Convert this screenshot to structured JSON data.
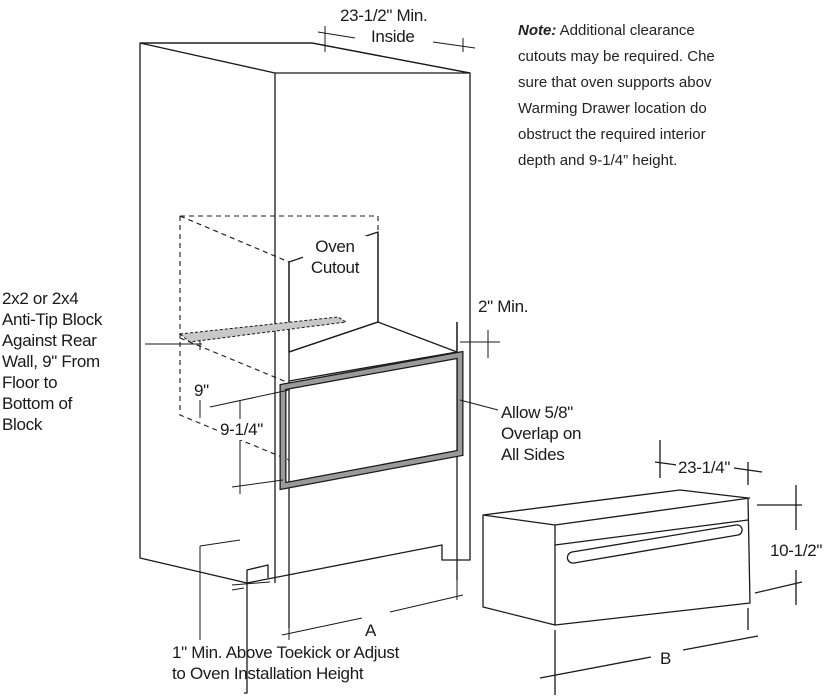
{
  "note": {
    "prefix": "Note:",
    "lines": [
      " Additional clearance",
      "cutouts may be required. Che",
      "sure that oven supports abov",
      "Warming Drawer location do",
      "obstruct the required interior",
      "depth and 9-1/4” height."
    ]
  },
  "labels": {
    "top_width": "23-1/2\" Min.",
    "top_inside": "Inside",
    "oven_cutout": "Oven\nCutout",
    "anti_tip": "2x2 or 2x4\nAnti-Tip Block\nAgainst Rear\nWall, 9\" From\nFloor to\nBottom of\nBlock",
    "two_min": "2\" Min.",
    "nine": "9\"",
    "nine_quarter": "9-1/4\"",
    "overlap": "Allow 5/8\"\nOverlap on\nAll Sides",
    "drawer_depth": "23-1/4\"",
    "drawer_height": "10-1/2\"",
    "dim_a": "A",
    "dim_b": "B",
    "toekick": "1\" Min. Above Toekick or Adjust\nto Oven Installation Height"
  },
  "colors": {
    "line": "#1a1a1a",
    "cutout_frame": "#777777",
    "anti_tip_fill": "#c8c8c8"
  }
}
